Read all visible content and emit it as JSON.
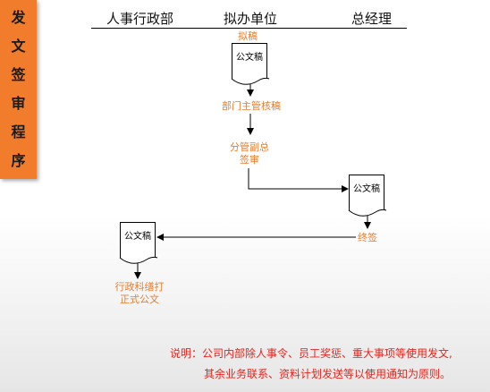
{
  "sidebar": {
    "chars": [
      "发",
      "文",
      "签",
      "审",
      "程",
      "序"
    ]
  },
  "columns": [
    "人事行政部",
    "拟办单位",
    "总经理"
  ],
  "steps": {
    "draft": "拟稿",
    "dept_review": "部门主管核稿",
    "vp_sign_1": "分管副总",
    "vp_sign_2": "签审",
    "final_sign": "终签",
    "admin_print_1": "行政科缮打",
    "admin_print_2": "正式公文"
  },
  "doc_label": "公文稿",
  "note": {
    "line1": "说明：公司内部除人事令、员工奖惩、重大事项等使用发文,",
    "line2": "其余业务联系、资料计划发送等以使用通知为原则。"
  },
  "colors": {
    "accent": "#f07c2c",
    "step_text": "#e87d2f",
    "note_text": "#e8231c"
  }
}
